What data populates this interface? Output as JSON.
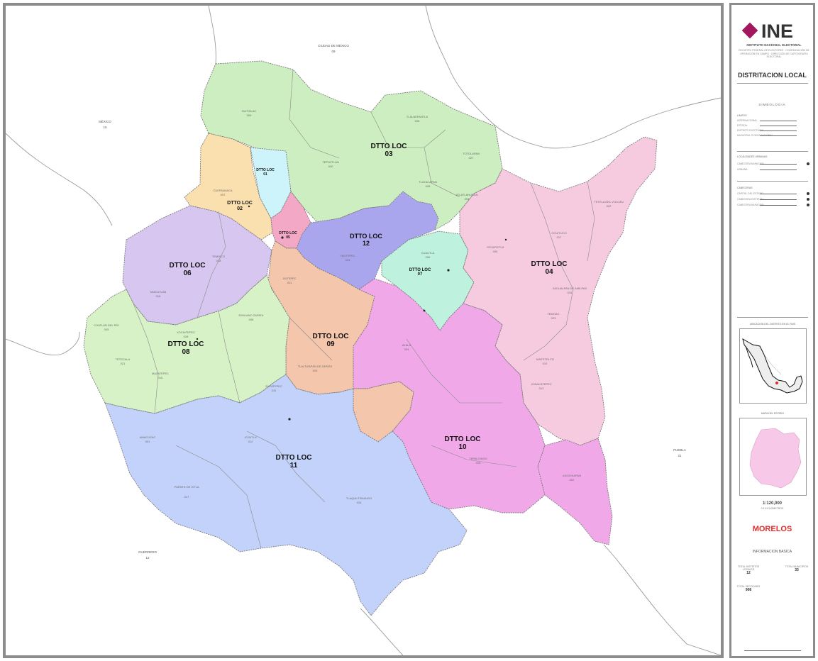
{
  "colors": {
    "d03": "#cdeec0",
    "d04": "#f6cbe0",
    "d06": "#d7c7f0",
    "d07": "#bff2de",
    "d08": "#d8f2c8",
    "d09": "#f4c6ab",
    "d10": "#f0a8e8",
    "d11": "#c3d2fb",
    "d12": "#aaa6ee",
    "d_cyan": "#cdf3fb",
    "d_yellow": "#fae0ae",
    "d_red": "#f3a9c5",
    "ine_magenta": "#a3175f",
    "state_red": "#e02c2c"
  },
  "map": {
    "neighbor_states": [
      {
        "name": "CIUDAD DE MÉXICO",
        "code": "09"
      },
      {
        "name": "MÉXICO",
        "code": "15"
      },
      {
        "name": "PUEBLA",
        "code": "21"
      },
      {
        "name": "GUERRERO",
        "code": "12"
      }
    ],
    "districts": [
      {
        "id": "d03",
        "label": "DTTO LOC",
        "num": "03"
      },
      {
        "id": "d04",
        "label": "DTTO LOC",
        "num": "04"
      },
      {
        "id": "d06",
        "label": "DTTO LOC",
        "num": "06"
      },
      {
        "id": "d07",
        "label": "DTTO LOC",
        "num": "07"
      },
      {
        "id": "d08",
        "label": "DTTO LOC",
        "num": "08"
      },
      {
        "id": "d09",
        "label": "DTTO LOC",
        "num": "09"
      },
      {
        "id": "d10",
        "label": "DTTO LOC",
        "num": "10"
      },
      {
        "id": "d11",
        "label": "DTTO LOC",
        "num": "11"
      },
      {
        "id": "d12",
        "label": "DTTO LOC",
        "num": "12"
      },
      {
        "id": "d01",
        "label": "DTTO LOC",
        "num": "01"
      },
      {
        "id": "d02",
        "label": "DTTO LOC",
        "num": "02"
      },
      {
        "id": "d05",
        "label": "DTTO LOC",
        "num": "05"
      }
    ],
    "municipalities": [
      {
        "name": "HUITZILAC",
        "code": "009"
      },
      {
        "name": "TLALNEPANTLA",
        "code": "026"
      },
      {
        "name": "TEPOZTLÁN",
        "code": "020"
      },
      {
        "name": "TOTOLAPAN",
        "code": "027"
      },
      {
        "name": "TLAYACAPAN",
        "code": "028"
      },
      {
        "name": "ATLATLAHUCAN",
        "code": "003"
      },
      {
        "name": "CUERNAVACA",
        "code": "007"
      },
      {
        "name": "YAUTEPEC",
        "code": "029"
      },
      {
        "name": "YECAPIXTLA",
        "code": "030"
      },
      {
        "name": "OCUITUCO",
        "code": "017"
      },
      {
        "name": "TETELA DEL VOLCÁN",
        "code": "022"
      },
      {
        "name": "TEMIXCO",
        "code": "018"
      },
      {
        "name": "MIACATLÁN",
        "code": "016"
      },
      {
        "name": "CUAUTLA",
        "code": "006"
      },
      {
        "name": "ZACUALPAN DE AMILPAS",
        "code": "034"
      },
      {
        "name": "TEMOAC",
        "code": "023"
      },
      {
        "name": "COATLÁN DEL RÍO",
        "code": "005"
      },
      {
        "name": "XOCHITEPEC",
        "code": "028"
      },
      {
        "name": "EMILIANO ZAPATA",
        "code": "008"
      },
      {
        "name": "TETECALA",
        "code": "021"
      },
      {
        "name": "MAZATEPEC",
        "code": "015"
      },
      {
        "name": "AYALA",
        "code": "004"
      },
      {
        "name": "JANTETELCO",
        "code": "010"
      },
      {
        "name": "JONACATEPEC",
        "code": "013"
      },
      {
        "name": "PUENTE DE IXTLA",
        "code": "017"
      },
      {
        "name": "AMACUZAC",
        "code": "001"
      },
      {
        "name": "JOJUTLA",
        "code": "012"
      },
      {
        "name": "TLALTIZAPÁN DE ZAPATA",
        "code": "025"
      },
      {
        "name": "TLAQUILTENANGO",
        "code": "026"
      },
      {
        "name": "TEPALCINGO",
        "code": "019"
      },
      {
        "name": "AXOCHIAPAN",
        "code": "002"
      },
      {
        "name": "ZACATEPEC",
        "code": "031"
      },
      {
        "name": "JIUTEPEC",
        "code": "011"
      }
    ]
  },
  "panel": {
    "logo": "INE",
    "institute": "INSTITUTO NACIONAL ELECTORAL",
    "subtitle": "REGISTRO FEDERAL DE ELECTORES · COORDINACIÓN DE OPERACIÓN EN CAMPO · DIRECCIÓN DE CARTOGRAFÍA ELECTORAL",
    "title": "DISTRITACION LOCAL",
    "symbology": "SIMBOLOGIA",
    "limits_header": "LIMITES",
    "limits": [
      "INTERNACIONAL",
      "ESTATAL",
      "DISTRITO ELECTORAL",
      "MUNICIPAL O DELEGACIONAL"
    ],
    "localities_header": "LOCALIDADES URBANAS",
    "localities": [
      "CABECERA MUNICIPAL",
      "URBANA"
    ],
    "cabeceras_header": "CABECERAS",
    "cabeceras": [
      "CAPITAL DEL ESTADO",
      "CABECERA DISTRITAL",
      "CABECERA MUNICIPAL"
    ],
    "location_caption": "UBICACION DEL DISTRITO EN EL PAIS",
    "state_caption": "MAPA DEL ESTADO",
    "scale": "1:120,000",
    "scale_sub": "0  4  8 KILÓMETROS",
    "state_name": "MORELOS",
    "info_title": "INFORMACION BASICA",
    "stats": [
      {
        "label": "TOTAL DISTRITOS LOCALES",
        "value": "12"
      },
      {
        "label": "TOTAL MUNICIPIOS",
        "value": "33"
      },
      {
        "label": "TOTAL SECCIONES",
        "value": "908"
      }
    ]
  }
}
